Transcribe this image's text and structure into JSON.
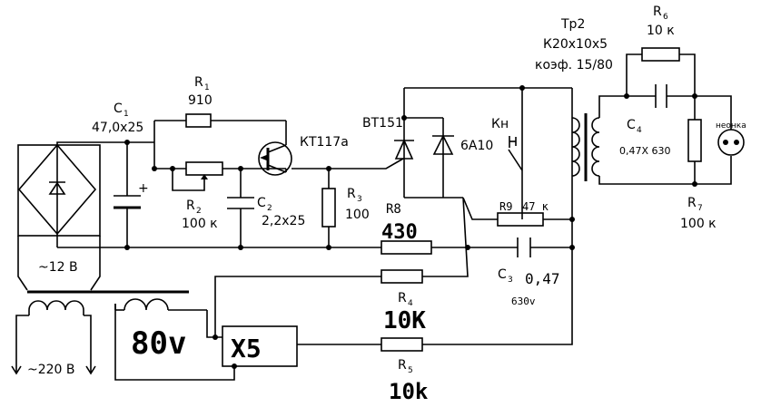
{
  "labels": {
    "c1": "C",
    "c1_sub": "1",
    "c1_value": "47,0x25",
    "r1": "R",
    "r1_sub": "1",
    "r1_value": "910",
    "r2": "R",
    "r2_sub": "2",
    "r2_value": "100 к",
    "c2": "C",
    "c2_sub": "2",
    "c2_value": "2,2x25",
    "r3": "R",
    "r3_sub": "3",
    "r3_value": "100",
    "transistor": "КТ117а",
    "thyristor": "ВТ151",
    "diode": "6А10",
    "button": "Кн",
    "transformer": "Тр2",
    "transformer_core": "К20х10х5",
    "transformer_ratio": "коэф. 15/80",
    "r6": "R",
    "r6_sub": "6",
    "r6_value": "10 к",
    "c4": "C",
    "c4_sub": "4",
    "c4_value": "0,47Х 630",
    "r7": "R",
    "r7_sub": "7",
    "r7_value": "100 к",
    "neon": "неонка",
    "r8": "R8",
    "r8_value": "430",
    "r9": "R9",
    "r9_value": "47 к",
    "c3": "C",
    "c3_sub": "3",
    "c3_value": "0,47",
    "c3_voltage": "630v",
    "r4": "R",
    "r4_sub": "4",
    "r4_value": "10K",
    "r5": "R",
    "r5_sub": "5",
    "r5_value": "10k",
    "secondary_voltage": "~12 В",
    "mains_voltage": "~220 В",
    "volts_80": "80v",
    "multiplier": "X5",
    "polarity_plus": "+"
  }
}
